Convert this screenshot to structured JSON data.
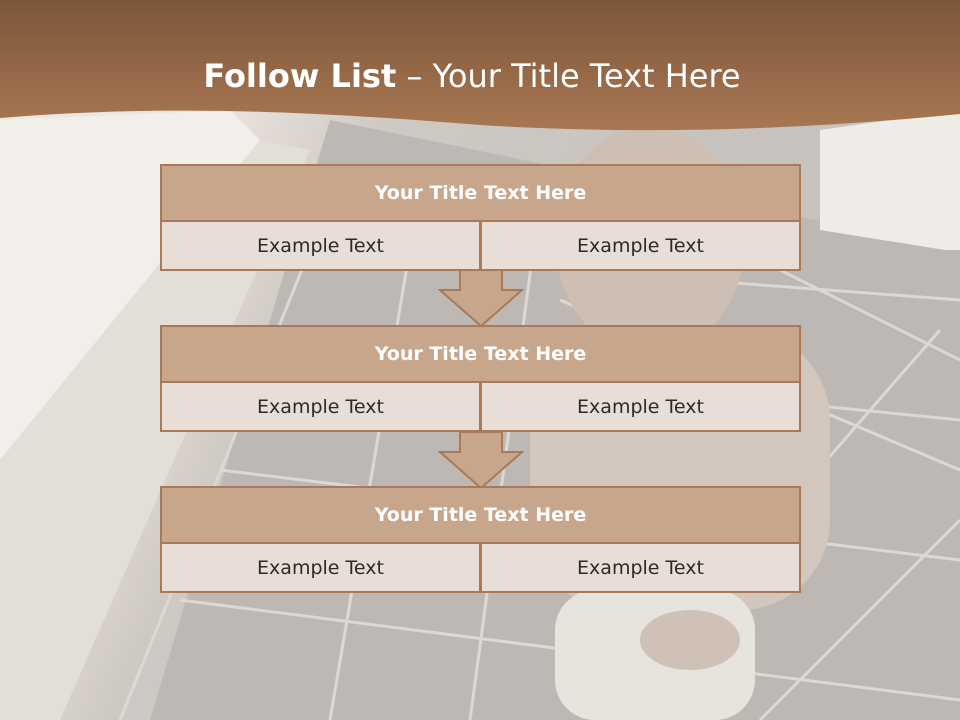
{
  "title": {
    "bold": "Follow List",
    "rest": " – Your Title Text Here"
  },
  "blocks": [
    {
      "title": "Your Title Text Here",
      "left": "Example Text",
      "right": "Example Text"
    },
    {
      "title": "Your Title Text Here",
      "left": "Example Text",
      "right": "Example Text"
    },
    {
      "title": "Your Title Text Here",
      "left": "Example Text",
      "right": "Example Text"
    }
  ],
  "colors": {
    "header": "#9a6a47",
    "title_cell": "#c8a68c",
    "text_cell": "#e9ddd8",
    "border": "#a97a58"
  }
}
